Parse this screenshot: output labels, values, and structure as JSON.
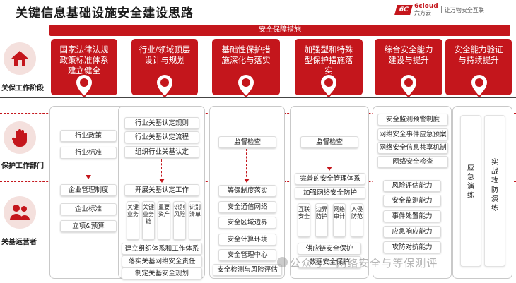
{
  "title": "关键信息基础设施安全建设思路",
  "logo": {
    "brand": "6cloud",
    "sub": "六方云",
    "slogan": "让万物安全互联"
  },
  "banner": "安全保障措施",
  "rows": [
    {
      "label": "关保工作阶段",
      "icon": "house-icon"
    },
    {
      "label": "保护工作部门",
      "icon": "hand-stop-icon"
    },
    {
      "label": "关基运营者",
      "icon": "people-icon"
    }
  ],
  "stages": [
    "国家法律法规政策标准体系建立健全",
    "行业/领域顶层设计与规划",
    "基础性保护措施深化与落实",
    "加强型和特殊型保护措施落实",
    "综合安全能力建设与提升",
    "安全能力验证与持续提升"
  ],
  "col1": [
    "行业政策",
    "行业标准",
    "企业管理制度",
    "企业标准",
    "立项&预算"
  ],
  "col2": {
    "top": [
      "行业关基认定规则",
      "行业关基认定流程",
      "组织行业关基认定"
    ],
    "mid": "开展关基认定工作",
    "vertical": [
      "关键业务",
      "关键业务链",
      "重要资产",
      "识别风险",
      "识别清单"
    ],
    "bottom": [
      "建立组织体系和工作体系",
      "落实关基网络安全责任",
      "制定关基安全规划"
    ]
  },
  "col3": [
    "监督检查",
    "等保制度落实",
    "安全通信网络",
    "安全区域边界",
    "安全计算环境",
    "安全管理中心",
    "安全检测与风险评估"
  ],
  "col4": {
    "top": "监督检查",
    "items": [
      "完善的安全管理体系",
      "加强网络安全防护"
    ],
    "vertical": [
      "互联安全",
      "边界防护",
      "网络审计",
      "入侵防范"
    ],
    "bottom": [
      "供应链安全保护",
      "数据安全保护"
    ]
  },
  "col5": [
    "安全监测预警制度",
    "网络安全事件应急预案",
    "网络安全信息共享机制",
    "网络安全检查",
    "风险评估能力",
    "安全监测能力",
    "事件处置能力",
    "应急响应能力",
    "攻防对抗能力"
  ],
  "col6": [
    "应急演练",
    "实战攻防演练"
  ],
  "watermark": "公众号 · 网络安全与等保测评"
}
